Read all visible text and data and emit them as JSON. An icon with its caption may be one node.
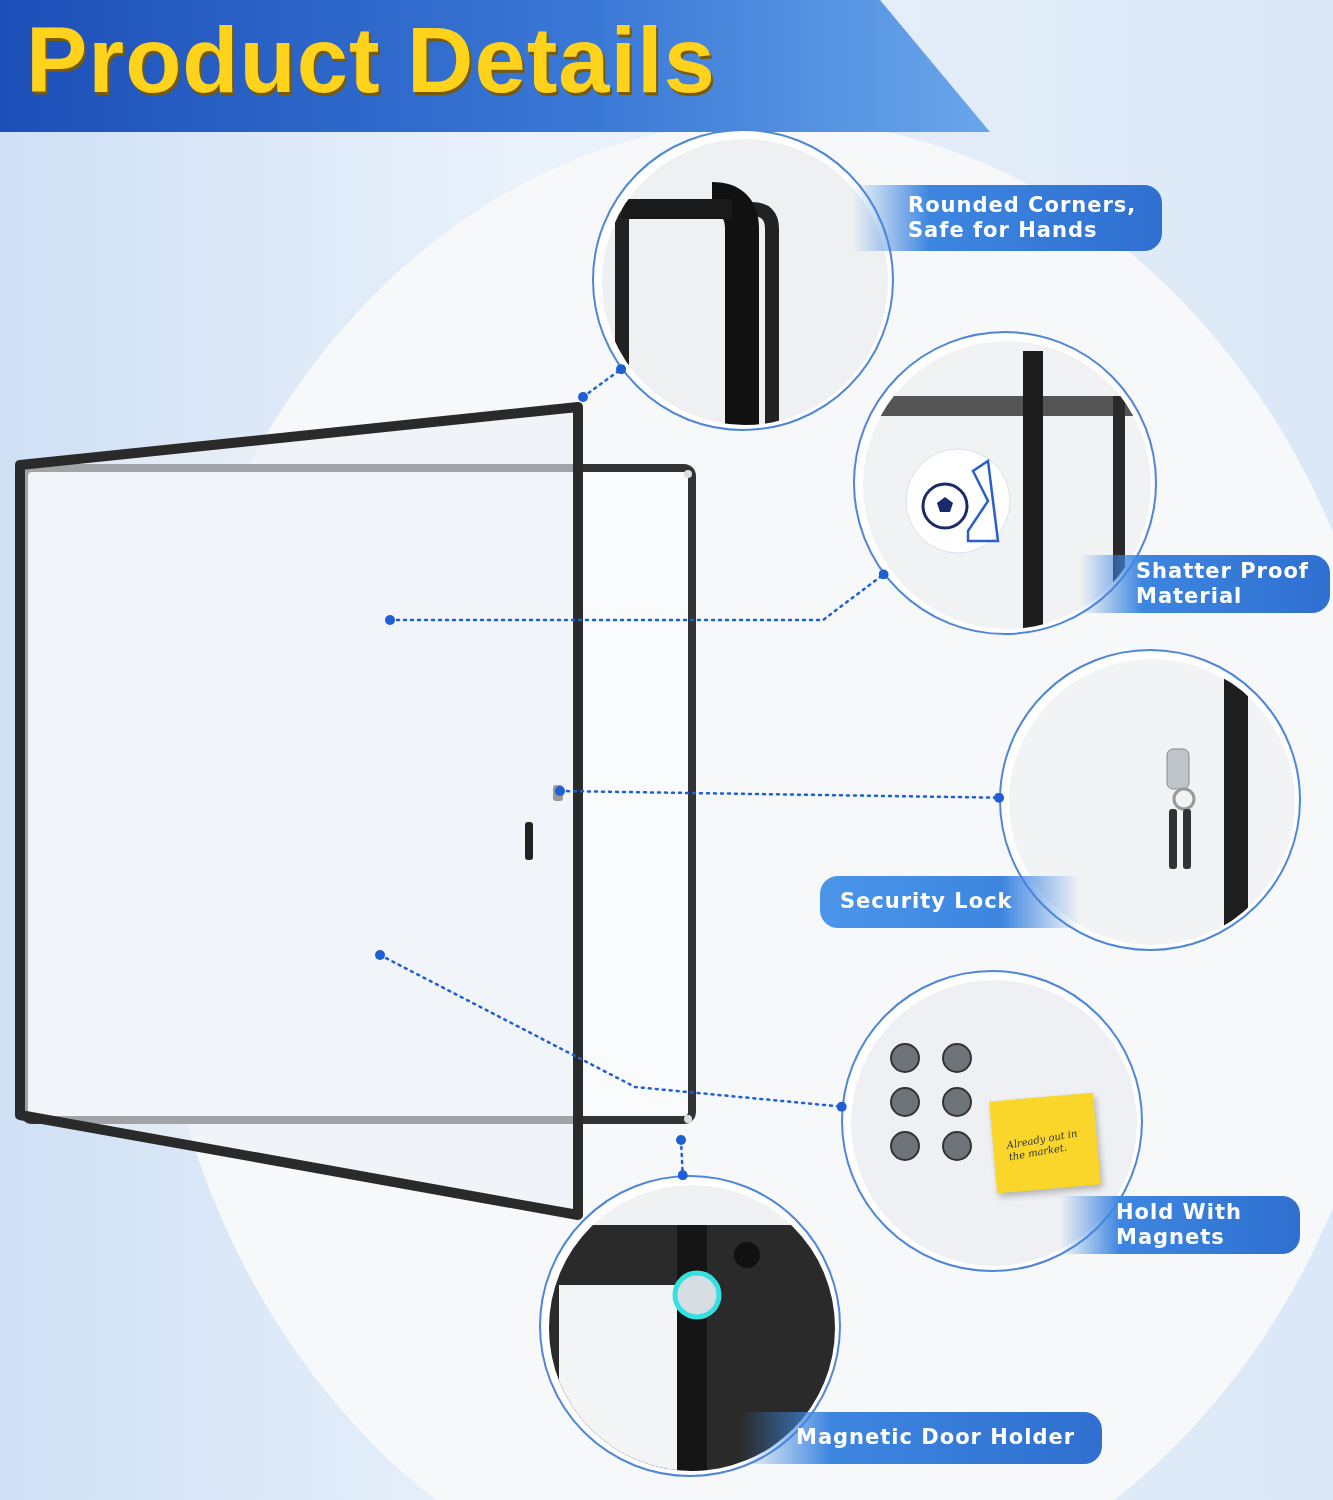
{
  "diagram": {
    "title": "Product Details",
    "nodes": [
      {
        "text": [],
        "shape": "picture"
      },
      {
        "text": [
          "Rounded Corners, Safe for Hands"
        ]
      },
      {
        "text": [
          "Shatter Proof Material"
        ]
      },
      {
        "text": [
          "Security Lock"
        ]
      },
      {
        "text": [
          "Hold With Magnets"
        ]
      },
      {
        "text": [
          "Magnetic Door Holder"
        ]
      }
    ],
    "edges": [
      {
        "from": 0,
        "to": 1,
        "arrow": "other"
      },
      {
        "from": 0,
        "to": 2,
        "arrow": "other"
      },
      {
        "from": 0,
        "to": 3,
        "arrow": "other"
      },
      {
        "from": 0,
        "to": 4,
        "arrow": "other"
      },
      {
        "from": 0,
        "to": 5,
        "arrow": "other"
      }
    ],
    "labels": [
      "Already out in the market."
    ]
  }
}
